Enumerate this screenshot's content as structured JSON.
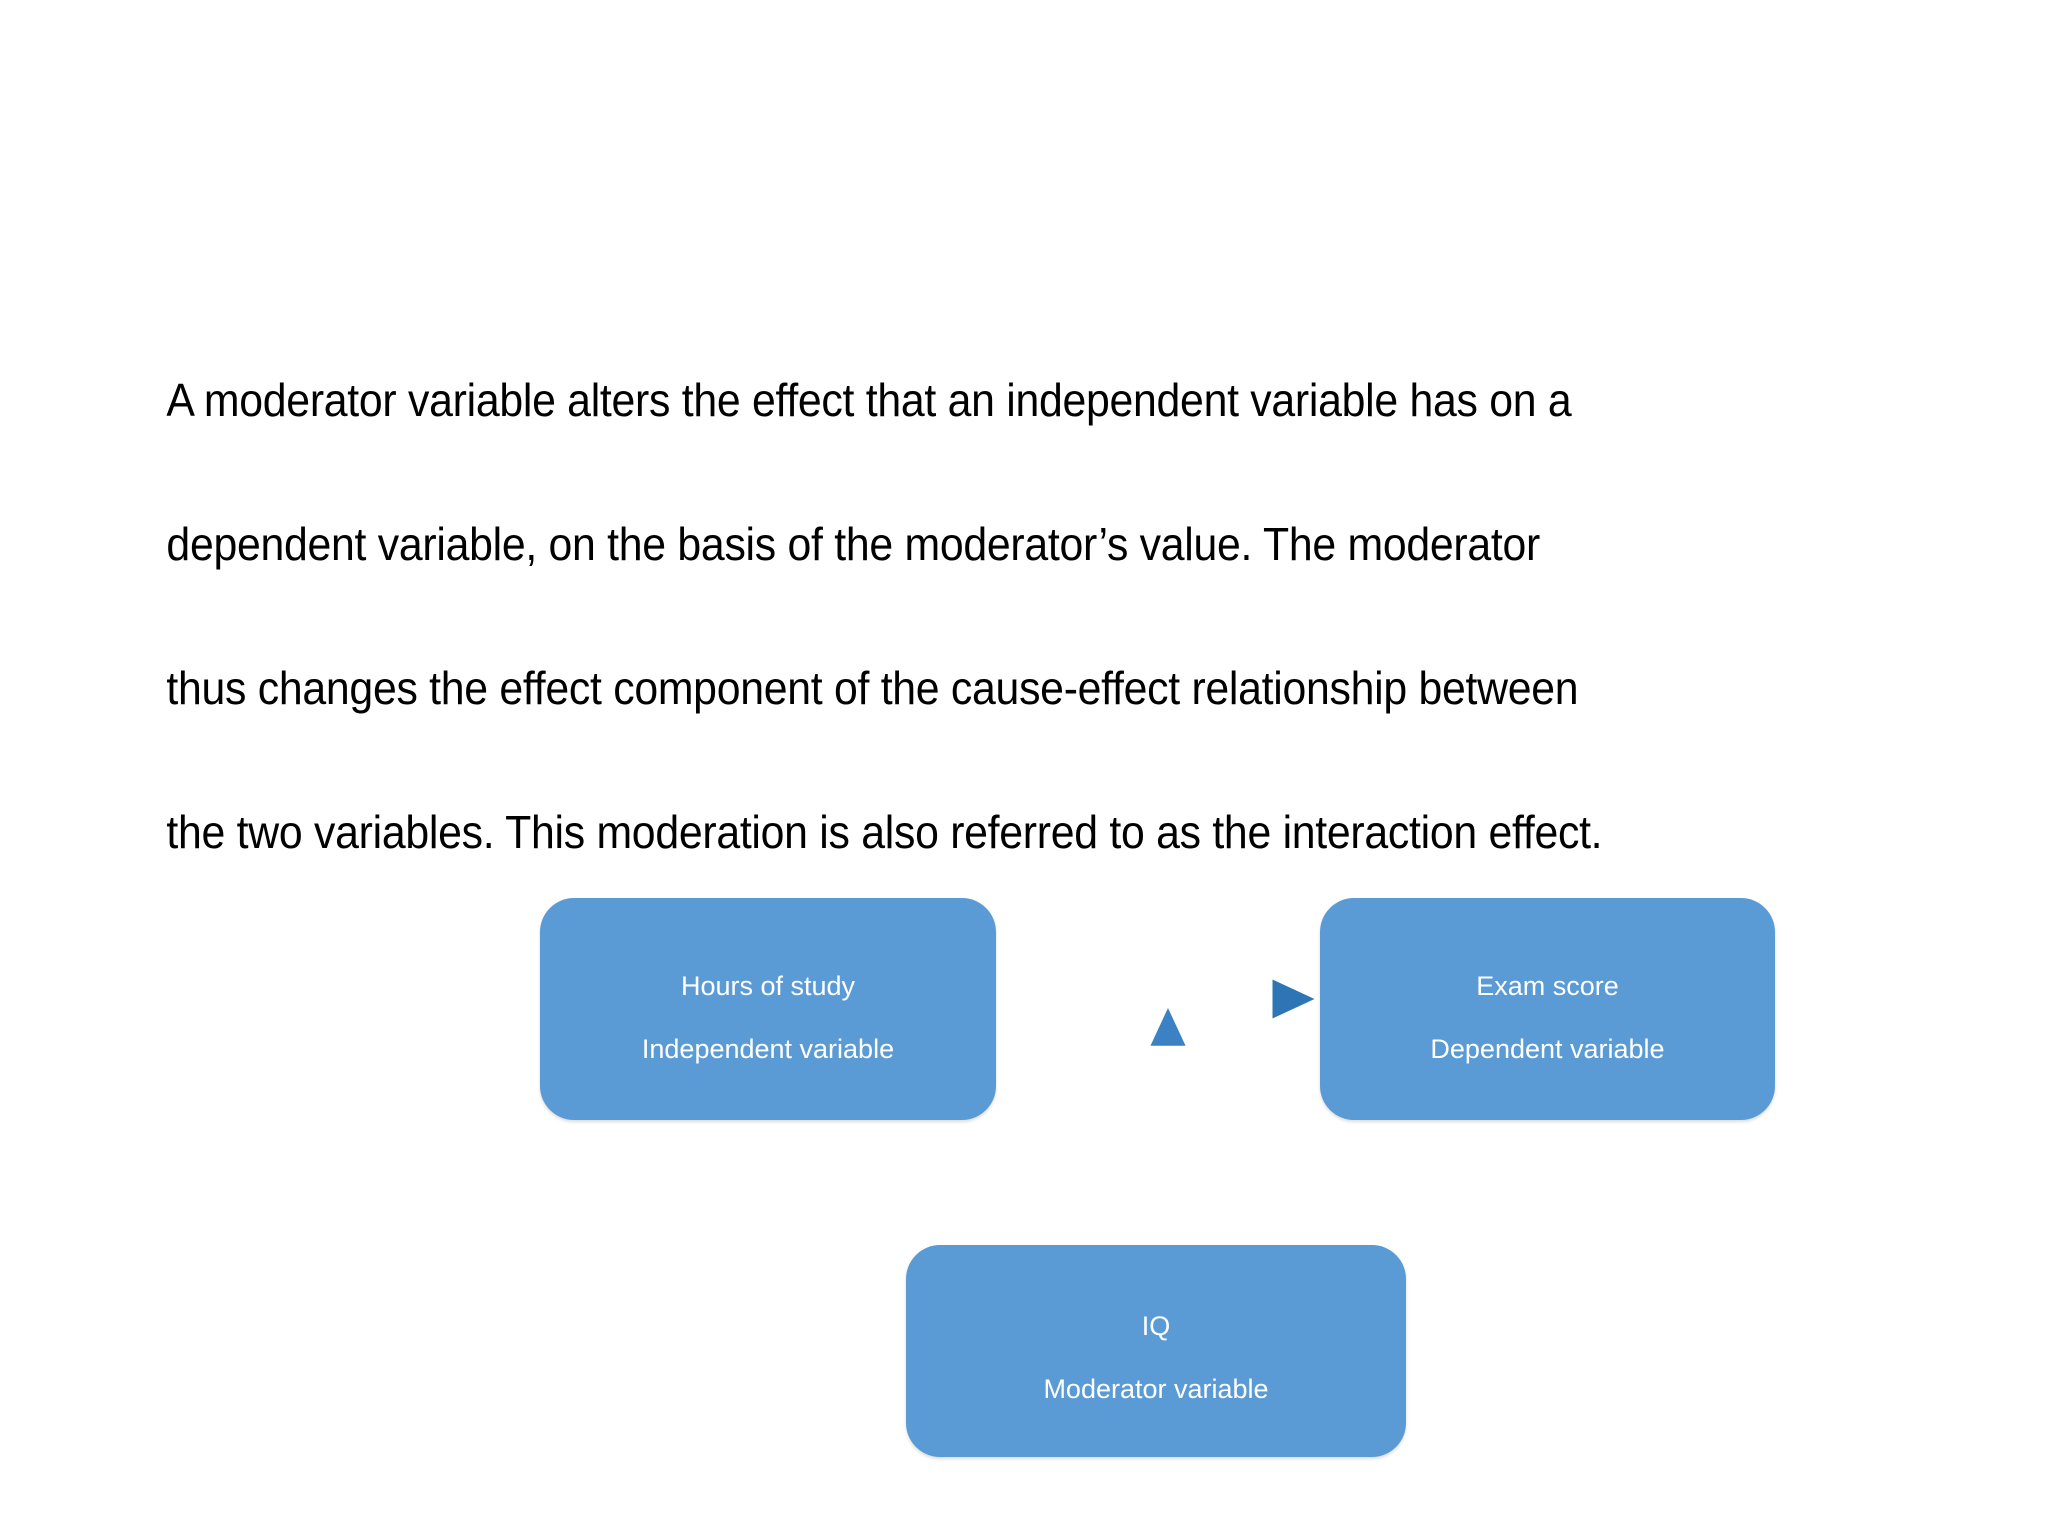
{
  "slide": {
    "background_color": "#FFFFFF",
    "body_text": "A moderator variable alters the effect that an independent variable has on a dependent variable, on the basis of the moderator’s value. The moderator thus changes the effect component of the cause-effect relationship between the two variables. This moderation is also referred to as the interaction effect.",
    "body_lines": [
      "A moderator variable alters the effect that an independent variable has on a",
      "dependent variable, on the basis of the moderator’s value. The moderator",
      "thus changes the effect component of the cause-effect relationship between",
      "the two variables. This moderation is also referred to as the interaction effect."
    ]
  },
  "diagram": {
    "type": "moderation-model",
    "node_fill_color": "#5B9BD5",
    "node_text_color": "#FFFFFF",
    "connector_color": "#2E75B6",
    "nodes": [
      {
        "id": "independent",
        "title": "Hours of study",
        "role": "Independent variable"
      },
      {
        "id": "dependent",
        "title": "Exam score",
        "role": "Dependent variable"
      },
      {
        "id": "moderator",
        "title": "IQ",
        "role": "Moderator variable"
      }
    ],
    "connectors": [
      {
        "id": "iv-to-dv",
        "from": "independent",
        "to": "dependent",
        "direction": "right",
        "label": ""
      },
      {
        "id": "moderator-to-path",
        "from": "moderator",
        "to": "iv-to-dv",
        "direction": "up",
        "label": ""
      }
    ]
  }
}
